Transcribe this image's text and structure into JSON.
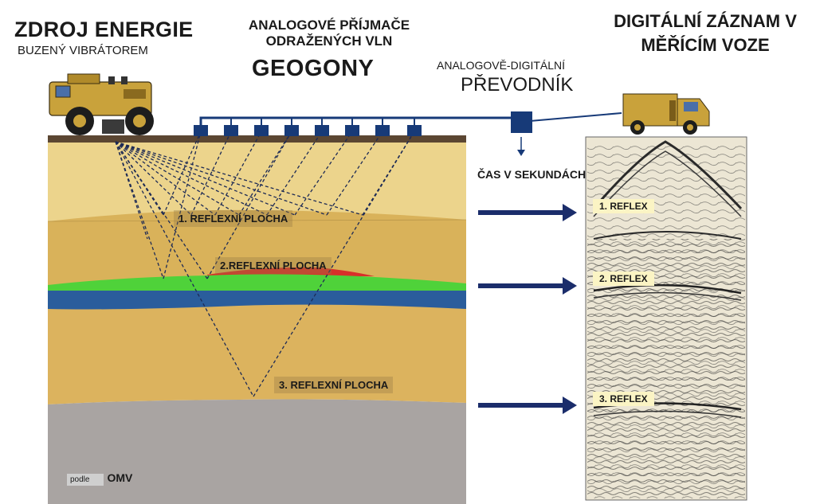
{
  "source": {
    "title": "ZDROJ ENERGIE",
    "subtitle": "BUZENÝ VIBRÁTOREM"
  },
  "receivers": {
    "title": "ANALOGOVÉ PŘÍJMAČE ODRAŽENÝCH VLN",
    "name": "GEOGONY"
  },
  "converter": {
    "title": "ANALOGOVĚ-DIGITÁLNÍ",
    "name": "PŘEVODNÍK"
  },
  "recording": {
    "title": "DIGITÁLNÍ ZÁZNAM V MĚŘÍCÍM VOZE"
  },
  "time_axis": {
    "label": "ČAS V SEKUNDÁCH"
  },
  "planes": [
    {
      "label": "1. REFLEXNÍ PLOCHA"
    },
    {
      "label": "2.REFLEXNÍ PLOCHA"
    },
    {
      "label": "3. REFLEXNÍ PLOCHA"
    }
  ],
  "reflexes": [
    {
      "label": "1. REFLEX"
    },
    {
      "label": "2. REFLEX"
    },
    {
      "label": "3. REFLEX"
    }
  ],
  "credit": {
    "prefix": "podle",
    "name": "OMV"
  },
  "colors": {
    "layer_top": "#ecd48c",
    "layer_mid": "#d9b25a",
    "layer_deep": "#dcb35e",
    "bedrock": "#a9a4a2",
    "green_layer": "#4fd23a",
    "blue_layer": "#2a5d9c",
    "red_lens": "#d8302a",
    "ground": "#5b4632",
    "cable": "#173a78",
    "vehicle": "#c9a23b"
  }
}
